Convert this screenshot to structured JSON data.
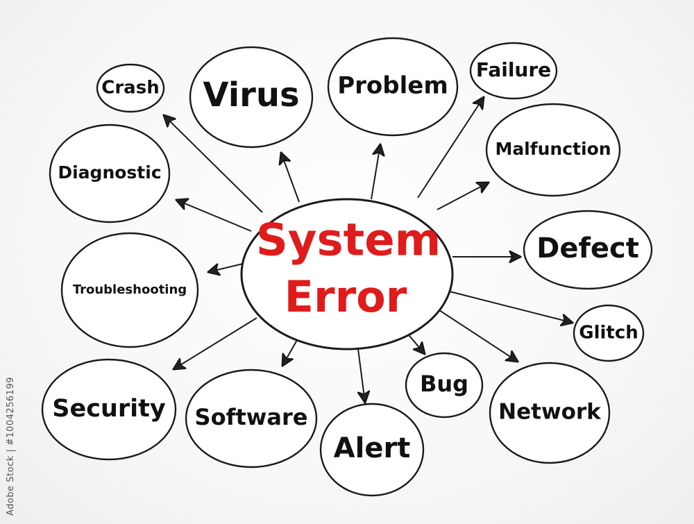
{
  "center": {
    "line1": "System",
    "line2": "Error",
    "color": "#e01b1b"
  },
  "nodes": [
    {
      "id": "crash",
      "label": "Crash"
    },
    {
      "id": "virus",
      "label": "Virus"
    },
    {
      "id": "problem",
      "label": "Problem"
    },
    {
      "id": "failure",
      "label": "Failure"
    },
    {
      "id": "diagnostic",
      "label": "Diagnostic"
    },
    {
      "id": "malfunction",
      "label": "Malfunction"
    },
    {
      "id": "troubleshooting",
      "label": "Troubleshooting"
    },
    {
      "id": "defect",
      "label": "Defect"
    },
    {
      "id": "glitch",
      "label": "Glitch"
    },
    {
      "id": "security",
      "label": "Security"
    },
    {
      "id": "software",
      "label": "Software"
    },
    {
      "id": "alert",
      "label": "Alert"
    },
    {
      "id": "bug",
      "label": "Bug"
    },
    {
      "id": "network",
      "label": "Network"
    }
  ],
  "edges": [
    {
      "from": "center",
      "to": "crash"
    },
    {
      "from": "center",
      "to": "virus"
    },
    {
      "from": "center",
      "to": "problem"
    },
    {
      "from": "center",
      "to": "failure"
    },
    {
      "from": "center",
      "to": "diagnostic"
    },
    {
      "from": "center",
      "to": "malfunction"
    },
    {
      "from": "center",
      "to": "troubleshooting"
    },
    {
      "from": "center",
      "to": "defect"
    },
    {
      "from": "center",
      "to": "glitch"
    },
    {
      "from": "center",
      "to": "security"
    },
    {
      "from": "center",
      "to": "software"
    },
    {
      "from": "center",
      "to": "alert"
    },
    {
      "from": "center",
      "to": "bug"
    },
    {
      "from": "center",
      "to": "network"
    }
  ],
  "stock_id": "Adobe Stock | #1004256199"
}
